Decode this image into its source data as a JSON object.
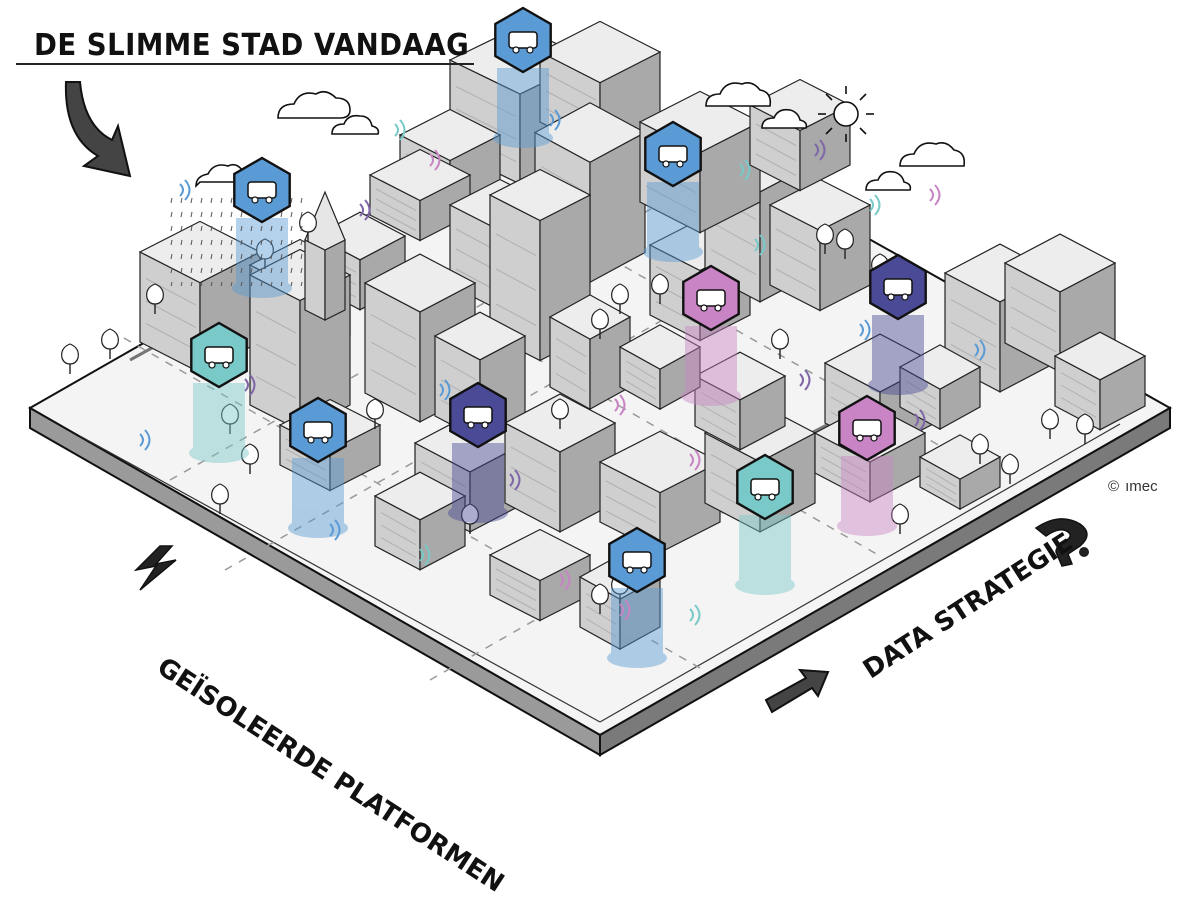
{
  "title": "DE SLIMME STAD VANDAAG",
  "label_left": "GEÏSOLEERDE PLATFORMEN",
  "label_right": "DATA STRATEGIE",
  "credit": {
    "symbol": "©",
    "brand": "ımec"
  },
  "colors": {
    "blue": "#5b9bd5",
    "teal": "#79c9c9",
    "pink": "#c884c4",
    "purple": "#7f66a8",
    "navy": "#4a4a96",
    "ink": "#111111",
    "building": "#e4e4e4"
  },
  "icons": [
    {
      "name": "weather-icon",
      "color": "blue"
    },
    {
      "name": "park-tree-icon",
      "color": "blue"
    },
    {
      "name": "ambulance-icon",
      "color": "blue"
    },
    {
      "name": "pedestrian-crossing-icon",
      "color": "teal"
    },
    {
      "name": "train-icon",
      "color": "blue"
    },
    {
      "name": "parking-car-icon",
      "color": "navy"
    },
    {
      "name": "streetlight-icon",
      "color": "pink"
    },
    {
      "name": "boat-icon",
      "color": "navy"
    },
    {
      "name": "truck-icon",
      "color": "pink"
    },
    {
      "name": "bicycle-icon",
      "color": "teal"
    },
    {
      "name": "citizens-icon",
      "color": "blue"
    }
  ]
}
